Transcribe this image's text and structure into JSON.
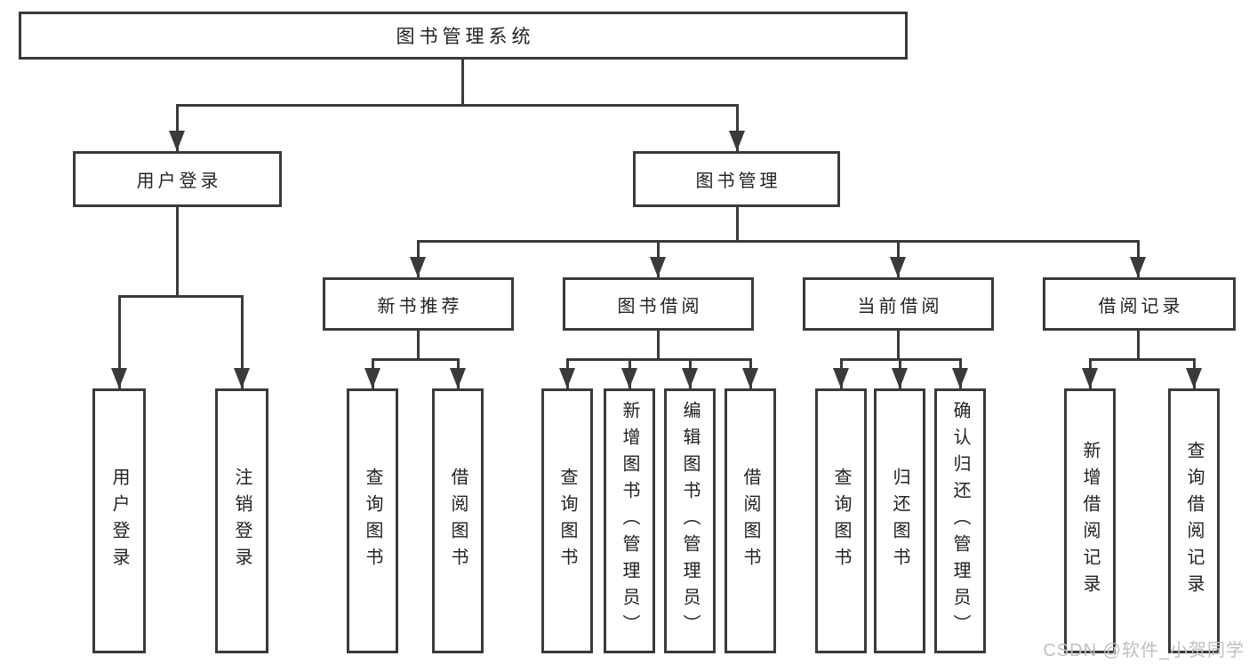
{
  "diagram": {
    "title": "图书管理系统",
    "root": {
      "label": "图书管理系统"
    },
    "level2": [
      {
        "label": "用户登录"
      },
      {
        "label": "图书管理"
      }
    ],
    "level3": [
      {
        "label": "新书推荐"
      },
      {
        "label": "图书借阅"
      },
      {
        "label": "当前借阅"
      },
      {
        "label": "借阅记录"
      }
    ],
    "leaves": {
      "login": [
        "用户登录",
        "注销登录"
      ],
      "newbook": [
        "查询图书",
        "借阅图书"
      ],
      "bookborrow": [
        "查询图书",
        "新增图书（管理员）",
        "编辑图书（管理员）",
        "借阅图书"
      ],
      "currentborrow": [
        "查询图书",
        "归还图书",
        "确认归还（管理员）"
      ],
      "records": [
        "新增借阅记录",
        "查询借阅记录"
      ]
    }
  },
  "watermark": "CSDN @软件_小贺同学",
  "colors": {
    "line": "#3a3a3a",
    "text": "#222222",
    "watermark": "#bfbfbf",
    "background": "#ffffff"
  }
}
